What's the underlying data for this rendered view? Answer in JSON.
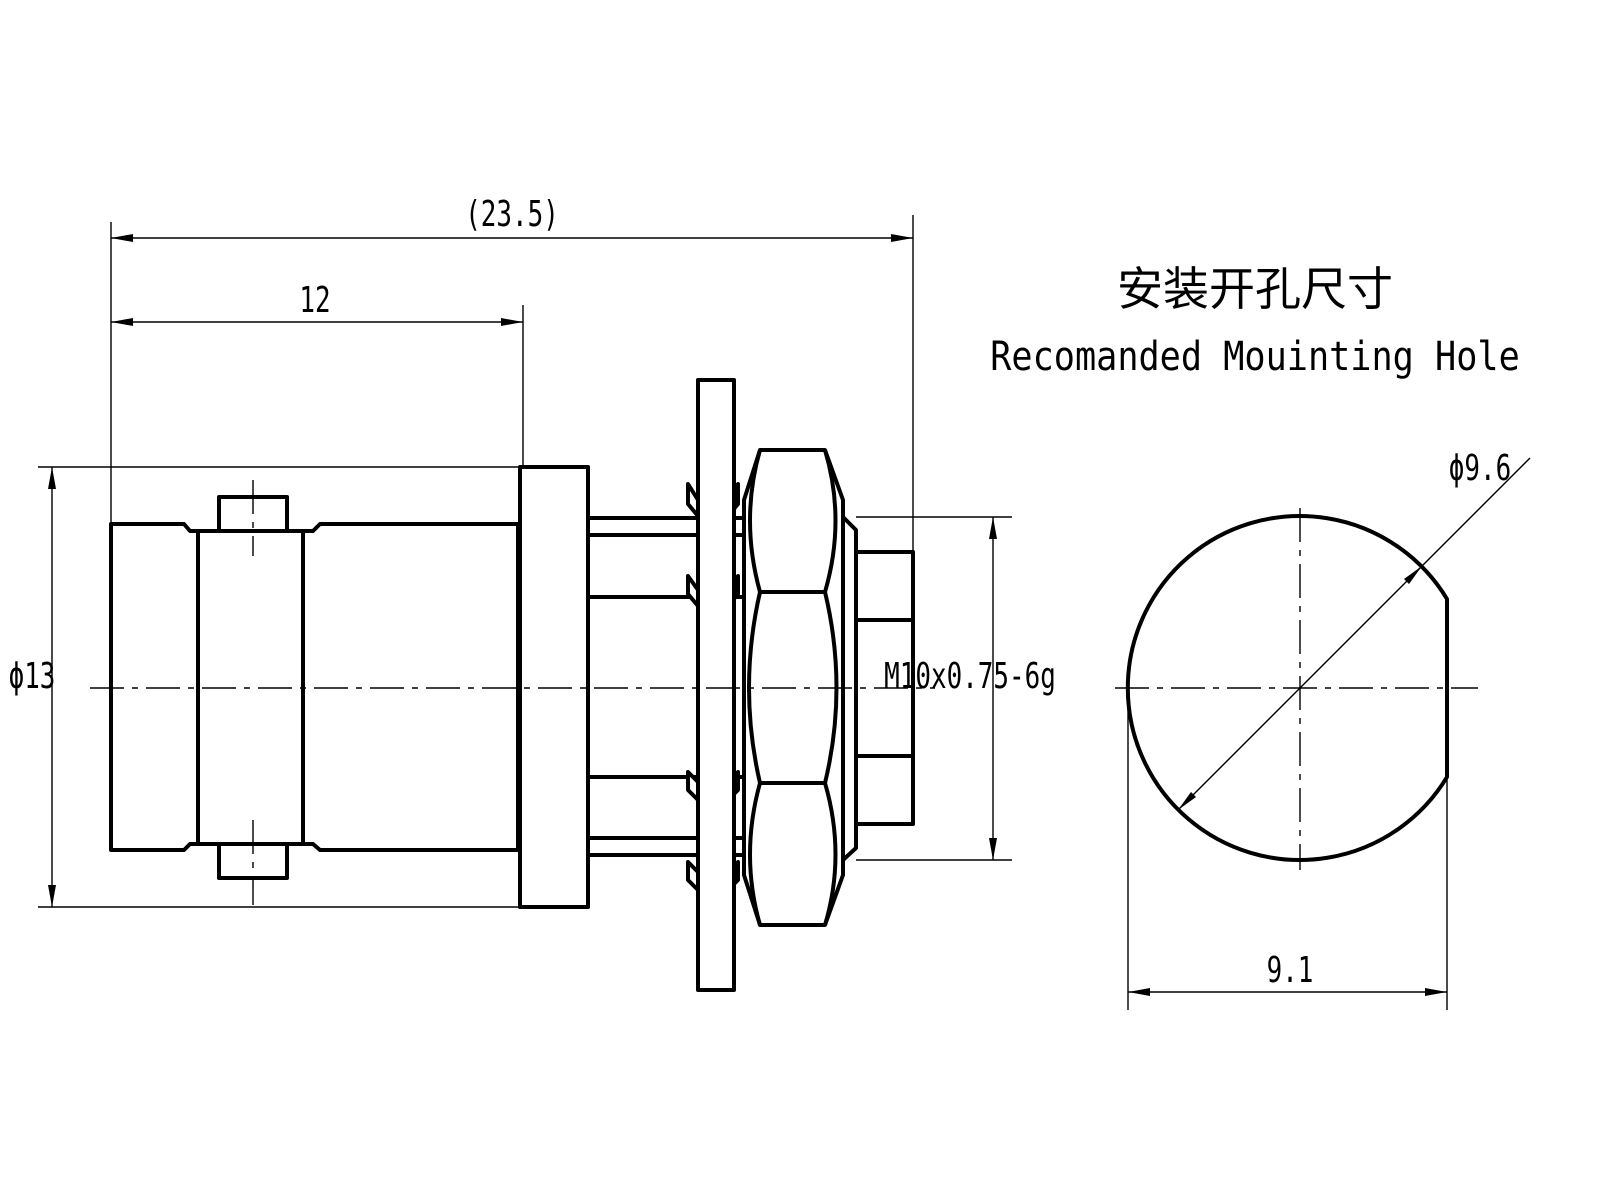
{
  "title": {
    "cn": "安装开孔尺寸",
    "en": "Recomanded Mouinting Hole"
  },
  "dimensions": {
    "overall_length": "(23.5)",
    "body_length": "12",
    "body_diameter": "ϕ13",
    "thread": "M10x0.75-6g",
    "hole_diameter": "ϕ9.6",
    "hole_flat": "9.1"
  }
}
